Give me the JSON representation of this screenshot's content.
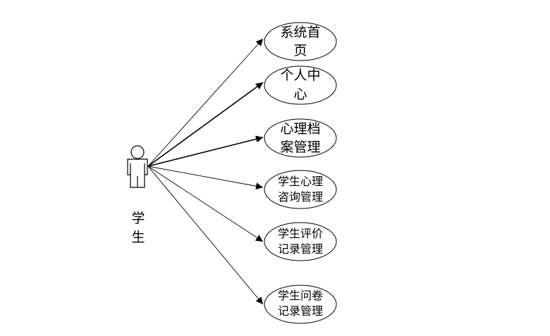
{
  "actor": {
    "name_lines": [
      "学",
      "生"
    ]
  },
  "use_cases": [
    {
      "lines": [
        "系统首",
        "页"
      ]
    },
    {
      "lines": [
        "个人中",
        "心"
      ]
    },
    {
      "lines": [
        "心理档",
        "案管理"
      ]
    },
    {
      "lines": [
        "学生心理",
        "咨询管理"
      ]
    },
    {
      "lines": [
        "学生评价",
        "记录管理"
      ]
    },
    {
      "lines": [
        "学生问卷",
        "记录管理"
      ]
    }
  ]
}
